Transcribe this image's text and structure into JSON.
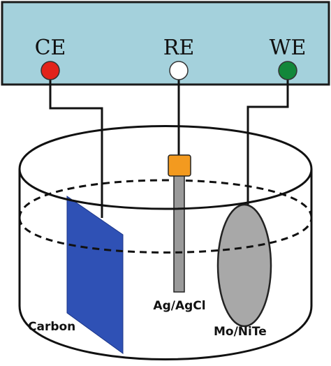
{
  "potentiostat": {
    "color": "#a4d1dc",
    "terminals": [
      {
        "label": "CE",
        "color": "#e2231a"
      },
      {
        "label": "RE",
        "color": "#ffffff"
      },
      {
        "label": "WE",
        "color": "#12873a"
      }
    ]
  },
  "electrodes": {
    "counter": {
      "label": "Carbon",
      "color": "#2f51b5"
    },
    "reference": {
      "label": "Ag/AgCl",
      "cap_color": "#f39a1f",
      "rod_color": "#9a9a9a"
    },
    "working": {
      "label": "Mo/NiTe",
      "color": "#a8a8a8"
    }
  }
}
